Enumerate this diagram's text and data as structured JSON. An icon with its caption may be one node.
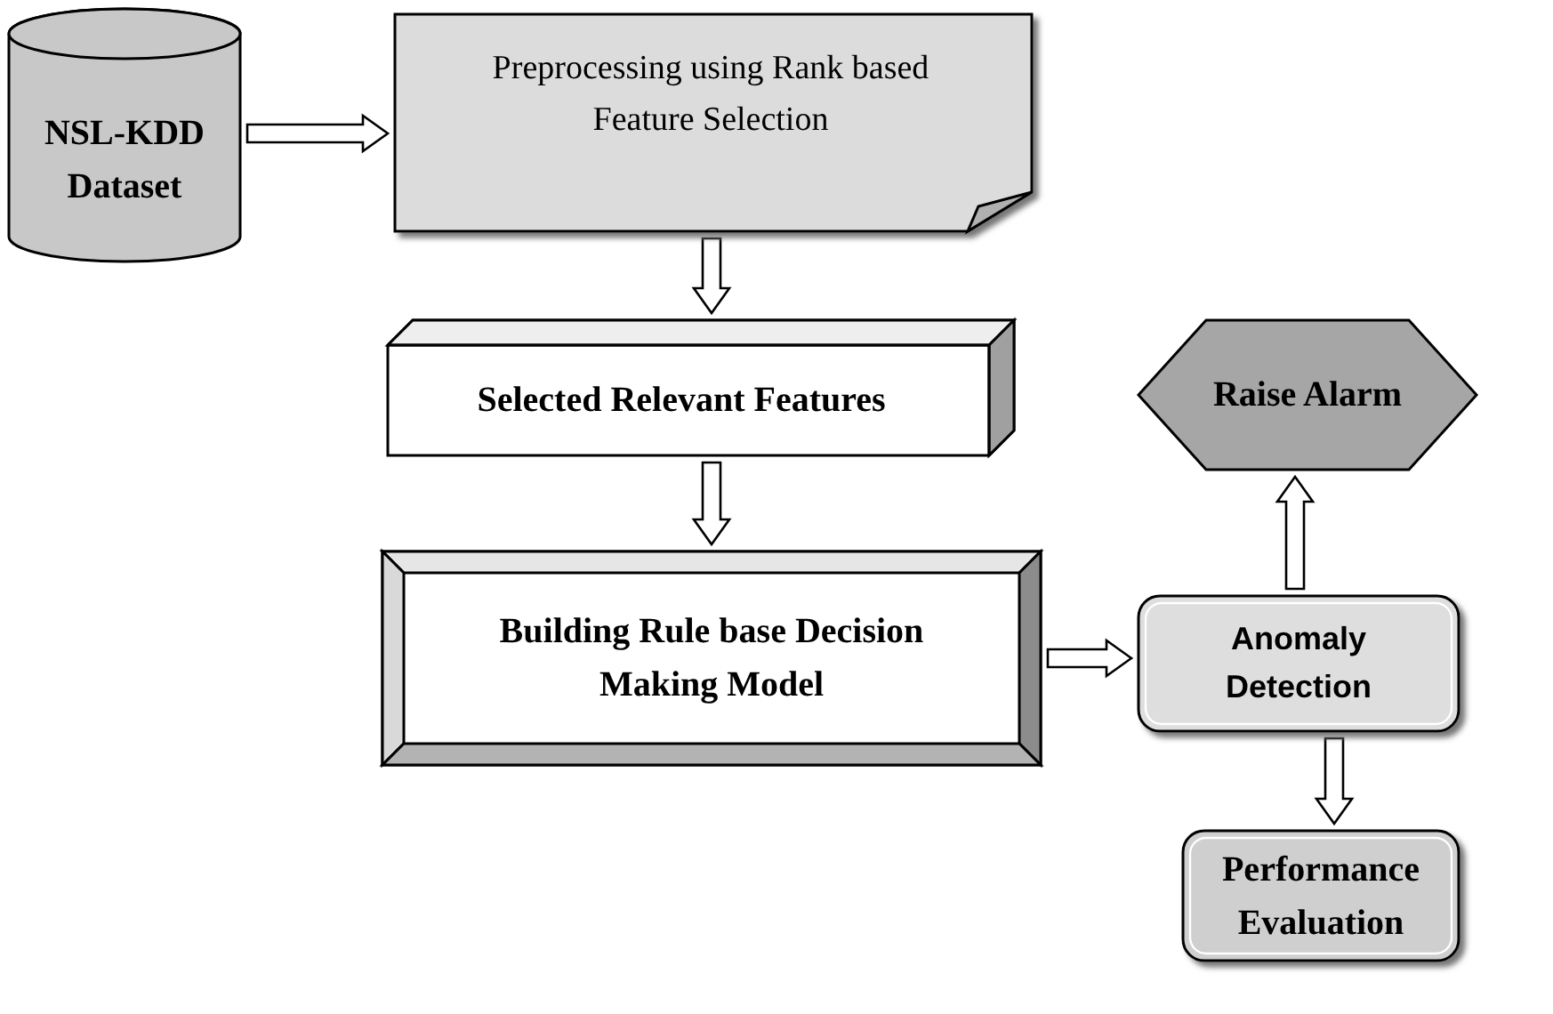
{
  "diagram": {
    "nodes": [
      {
        "text": [
          "NSL-KDD Dataset"
        ]
      },
      {
        "text": [
          "Preprocessing using Rank based Feature Selection"
        ]
      },
      {
        "text": [
          "Selected Relevant Features"
        ]
      },
      {
        "text": [
          "Building Rule base Decision Making Model"
        ]
      },
      {
        "text": [
          "Anomaly Detection"
        ]
      },
      {
        "text": [
          "Raise Alarm"
        ]
      },
      {
        "text": [
          "Performance Evaluation"
        ]
      }
    ],
    "edges": [
      {
        "from": 0,
        "to": 1,
        "arrow": "to"
      },
      {
        "from": 1,
        "to": 2,
        "arrow": "to"
      },
      {
        "from": 2,
        "to": 3,
        "arrow": "to"
      },
      {
        "from": 3,
        "to": 4,
        "arrow": "to"
      },
      {
        "from": 4,
        "to": 5,
        "arrow": "to"
      },
      {
        "from": 4,
        "to": 6,
        "arrow": "to"
      }
    ]
  }
}
